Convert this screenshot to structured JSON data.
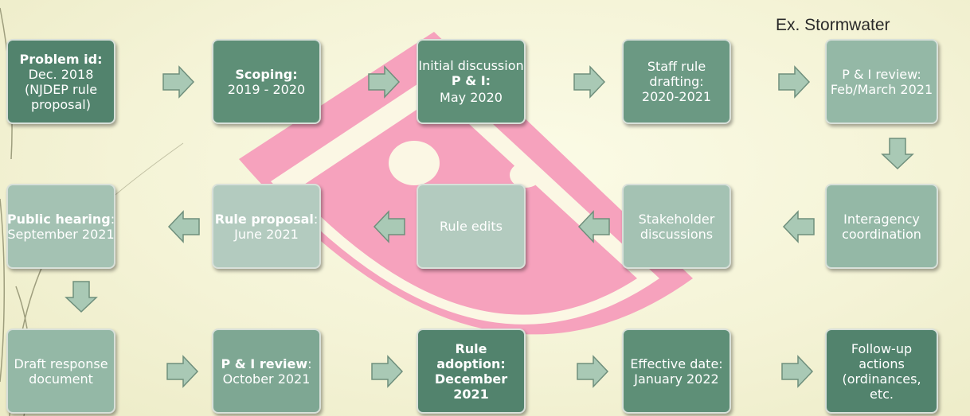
{
  "caption": "Ex. Stormwater",
  "steps": [
    {
      "bold": "Problem id:",
      "text": "Dec. 2018\n(NJDEP rule\nproposal)"
    },
    {
      "bold": "Scoping:",
      "text": "2019 - 2020"
    },
    {
      "pre": "Initial discussion",
      "bold": "P & I:",
      "text": "May 2020"
    },
    {
      "text": "Staff rule\ndrafting:\n2020-2021"
    },
    {
      "text": "P & I review:\nFeb/March 2021"
    },
    {
      "text": "Interagency\ncoordination"
    },
    {
      "text": "Stakeholder\ndiscussions"
    },
    {
      "text": "Rule edits"
    },
    {
      "bold": "Rule proposal",
      "suffix": ":",
      "text": "June 2021"
    },
    {
      "bold": "Public hearing",
      "suffix": ":",
      "text": "September 2021"
    },
    {
      "text": "Draft response\ndocument"
    },
    {
      "bold": "P & I review",
      "suffix": ":",
      "text": "October 2021"
    },
    {
      "bold": "Rule adoption:\nDecember 2021",
      "text": ""
    },
    {
      "text": "Effective date:\nJanuary 2022"
    },
    {
      "text": "Follow-up\nactions\n(ordinances, etc."
    }
  ],
  "colors": {
    "logo": "#f6a2bd",
    "arrow_fill": "#a9c9b5",
    "arrow_stroke": "#6f8f7c"
  }
}
